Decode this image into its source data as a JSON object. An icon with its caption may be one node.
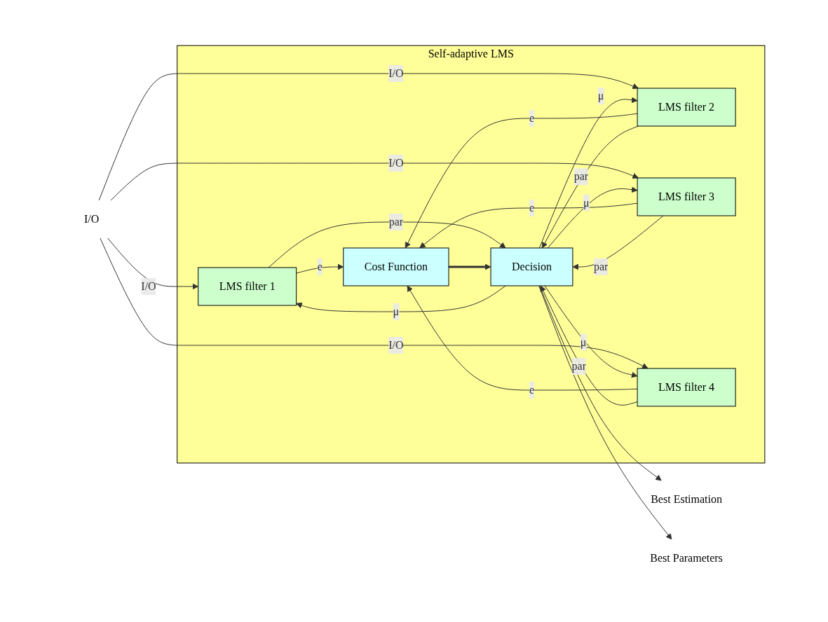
{
  "diagram": {
    "nodes": [
      {
        "text": [
          "I/O"
        ]
      },
      {
        "text": [
          "Self-adaptive LMS"
        ]
      },
      {
        "text": [
          "LMS filter 1"
        ],
        "in": 1
      },
      {
        "text": [
          "LMS filter 2"
        ],
        "in": 1
      },
      {
        "text": [
          "LMS filter 3"
        ],
        "in": 1
      },
      {
        "text": [
          "LMS filter 4"
        ],
        "in": 1
      },
      {
        "text": [
          "Cost Function"
        ],
        "in": 1
      },
      {
        "text": [
          "Decision"
        ],
        "in": 1
      },
      {
        "text": [
          "Best Estimation"
        ]
      },
      {
        "text": [
          "Best Parameters"
        ]
      }
    ],
    "edges": [
      {
        "from": 0,
        "to": 2,
        "arrow": "to",
        "label": "I/O"
      },
      {
        "from": 0,
        "to": 3,
        "arrow": "to",
        "label": "I/O"
      },
      {
        "from": 0,
        "to": 4,
        "arrow": "to",
        "label": "I/O"
      },
      {
        "from": 0,
        "to": 5,
        "arrow": "to",
        "label": "I/O"
      },
      {
        "from": 7,
        "to": 2,
        "arrow": "to",
        "label": "μ"
      },
      {
        "from": 7,
        "to": 3,
        "arrow": "to",
        "label": "μ"
      },
      {
        "from": 7,
        "to": 4,
        "arrow": "to",
        "label": "μ"
      },
      {
        "from": 7,
        "to": 5,
        "arrow": "to",
        "label": "μ"
      },
      {
        "from": 2,
        "to": 6,
        "arrow": "to",
        "label": "e"
      },
      {
        "from": 3,
        "to": 6,
        "arrow": "to",
        "label": "e"
      },
      {
        "from": 4,
        "to": 6,
        "arrow": "to",
        "label": "e"
      },
      {
        "from": 5,
        "to": 6,
        "arrow": "to",
        "label": "e"
      },
      {
        "from": 2,
        "to": 7,
        "arrow": "to",
        "label": "par"
      },
      {
        "from": 3,
        "to": 7,
        "arrow": "to",
        "label": "par"
      },
      {
        "from": 4,
        "to": 7,
        "arrow": "to",
        "label": "par"
      },
      {
        "from": 5,
        "to": 7,
        "arrow": "to",
        "label": "par"
      },
      {
        "from": 6,
        "to": 7,
        "arrow": "to",
        "style": "thick"
      },
      {
        "from": 7,
        "to": 8,
        "arrow": "to"
      },
      {
        "from": 7,
        "to": 9,
        "arrow": "to"
      }
    ]
  }
}
